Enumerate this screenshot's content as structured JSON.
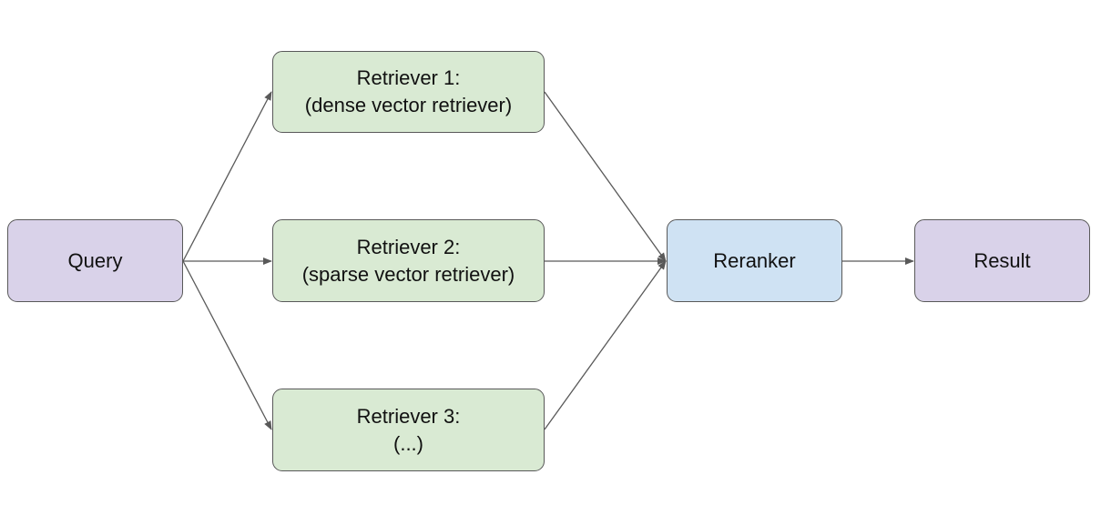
{
  "diagram": {
    "colors": {
      "input_output": "#d9d2e9",
      "retriever": "#d9ead3",
      "reranker": "#cfe2f3",
      "border": "#595959",
      "edge": "#595959"
    },
    "nodes": {
      "query": {
        "label": "Query"
      },
      "retriever1": {
        "line1": "Retriever 1:",
        "line2": "(dense vector retriever)"
      },
      "retriever2": {
        "line1": "Retriever 2:",
        "line2": "(sparse vector retriever)"
      },
      "retriever3": {
        "line1": "Retriever 3:",
        "line2": "(...)"
      },
      "reranker": {
        "label": "Reranker"
      },
      "result": {
        "label": "Result"
      }
    },
    "edges": [
      {
        "from": "query",
        "to": "retriever1"
      },
      {
        "from": "query",
        "to": "retriever2"
      },
      {
        "from": "query",
        "to": "retriever3"
      },
      {
        "from": "retriever1",
        "to": "reranker"
      },
      {
        "from": "retriever2",
        "to": "reranker"
      },
      {
        "from": "retriever3",
        "to": "reranker"
      },
      {
        "from": "reranker",
        "to": "result"
      }
    ]
  }
}
